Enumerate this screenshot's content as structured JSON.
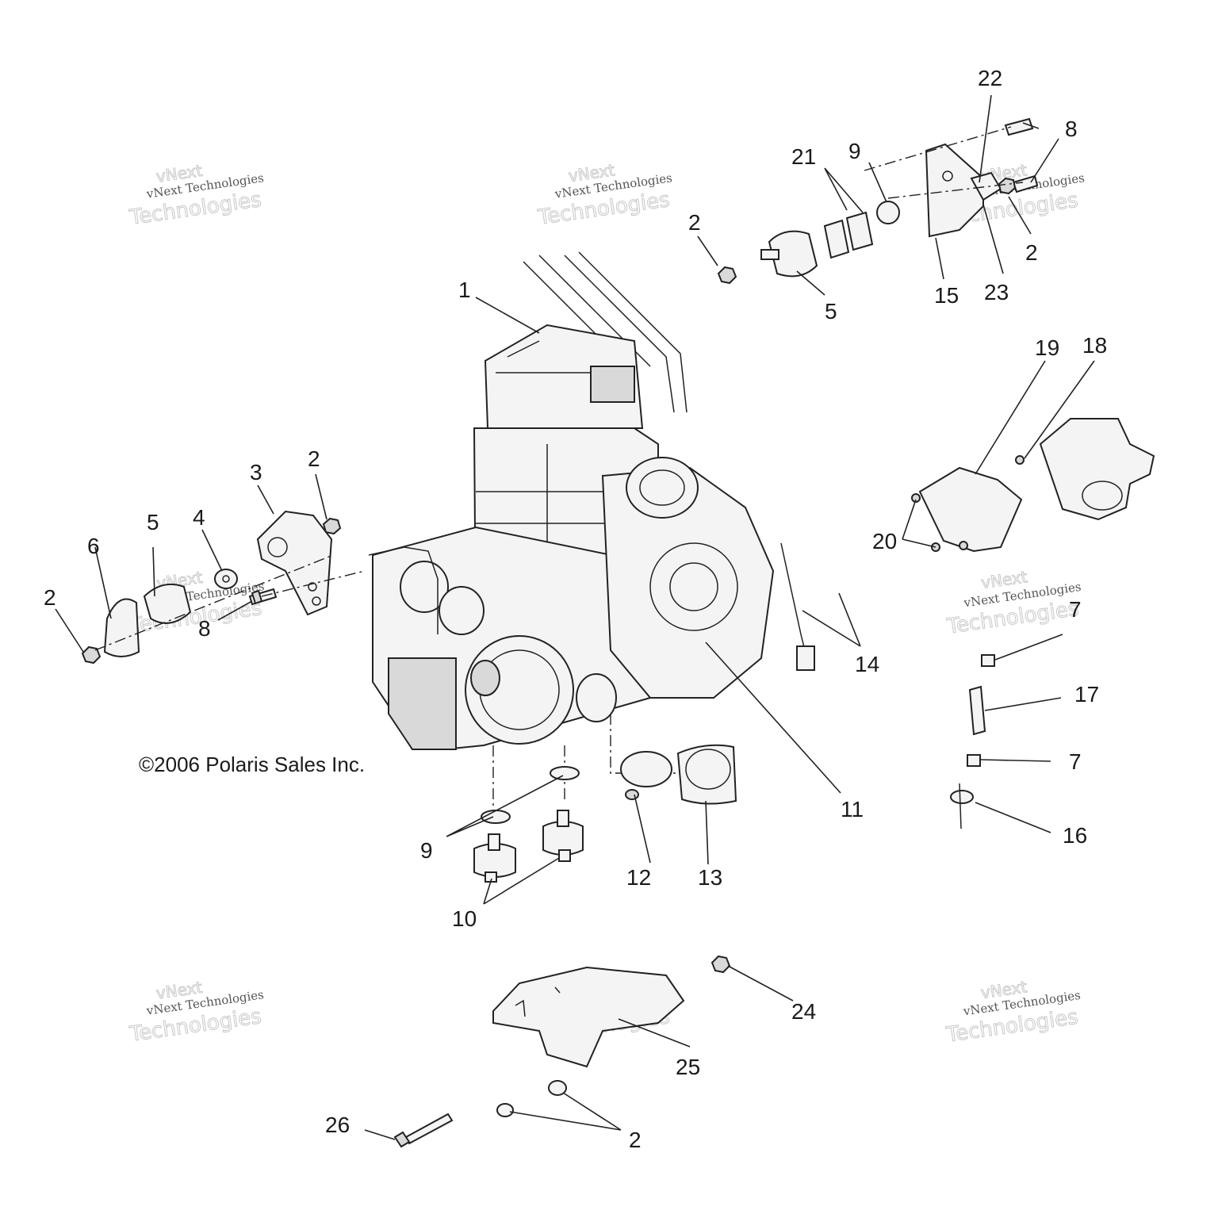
{
  "diagram": {
    "copyright": "©2006 Polaris Sales Inc.",
    "callouts": {
      "c1": "1",
      "c2a": "2",
      "c2b": "2",
      "c2c": "2",
      "c2d": "2",
      "c2e": "2",
      "c3": "3",
      "c4": "4",
      "c5a": "5",
      "c5b": "5",
      "c6": "6",
      "c7a": "7",
      "c7b": "7",
      "c8a": "8",
      "c8b": "8",
      "c9a": "9",
      "c9b": "9",
      "c10": "10",
      "c11": "11",
      "c12": "12",
      "c13": "13",
      "c14": "14",
      "c15": "15",
      "c16": "16",
      "c17": "17",
      "c18": "18",
      "c19": "19",
      "c20": "20",
      "c21": "21",
      "c22": "22",
      "c23": "23",
      "c24": "24",
      "c25": "25",
      "c26": "26"
    },
    "watermark": {
      "line1": "vNext",
      "line2": "vNext Technologies",
      "line3": "Technologies"
    }
  }
}
